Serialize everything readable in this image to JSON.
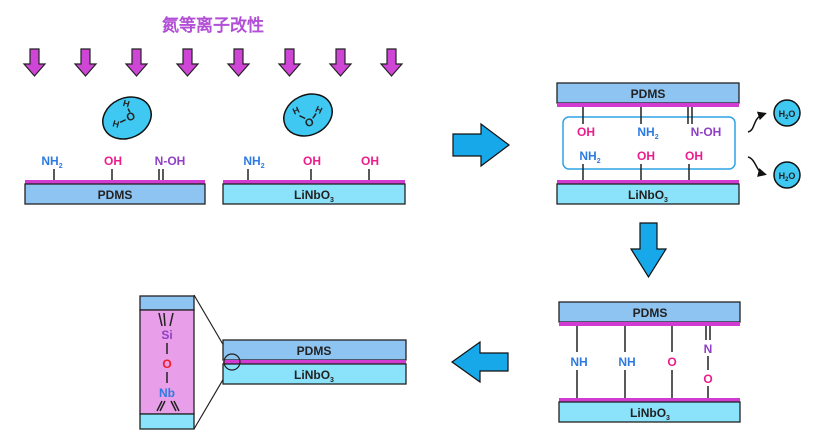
{
  "title": "氮等离子改性",
  "colors": {
    "pdms": "#8ec4f2",
    "linbo3": "#8be3fb",
    "plasma_layer": "#d23bd1",
    "process_arrow": "#17a8e9",
    "plasma_arrow": "#cf46d6",
    "amine_text": "#2d7be0",
    "hydroxyl_text": "#ec1c8c",
    "oxime_text": "#8f3fc4",
    "oxygen_bridge": "#ee1c25",
    "zoom_fill": "#e89ee8"
  },
  "plasma_arrow_count": 8,
  "step1": {
    "pdms_substrate": {
      "label": "PDMS",
      "groups": [
        "NH",
        "OH",
        "N-OH"
      ],
      "group_subscripts": [
        "2",
        "",
        ""
      ]
    },
    "linbo3_substrate": {
      "label": "LiNbO",
      "label_subscript": "3",
      "groups": [
        "NH",
        "OH",
        "OH"
      ],
      "group_subscripts": [
        "2",
        "",
        ""
      ]
    },
    "water_molecule": {
      "atoms": [
        "H",
        "O",
        "H"
      ]
    }
  },
  "step2": {
    "top_label": "PDMS",
    "bottom_label": "LiNbO",
    "bottom_subscript": "3",
    "top_groups": [
      "OH",
      "NH",
      "N-OH"
    ],
    "top_subscripts": [
      "",
      "2",
      ""
    ],
    "bottom_groups": [
      "NH",
      "OH",
      "OH"
    ],
    "bottom_subscripts": [
      "2",
      "",
      ""
    ],
    "byproduct": "H",
    "byproduct_sub": "2",
    "byproduct_end": "O"
  },
  "step3": {
    "top_label": "PDMS",
    "bottom_label": "LiNbO",
    "bottom_subscript": "3",
    "links": [
      "NH",
      "NH",
      "O",
      "N",
      "O"
    ]
  },
  "step4": {
    "top_label": "PDMS",
    "bottom_label": "LiNbO",
    "bottom_subscript": "3",
    "zoom_atoms": [
      "Si",
      "O",
      "Nb"
    ]
  }
}
